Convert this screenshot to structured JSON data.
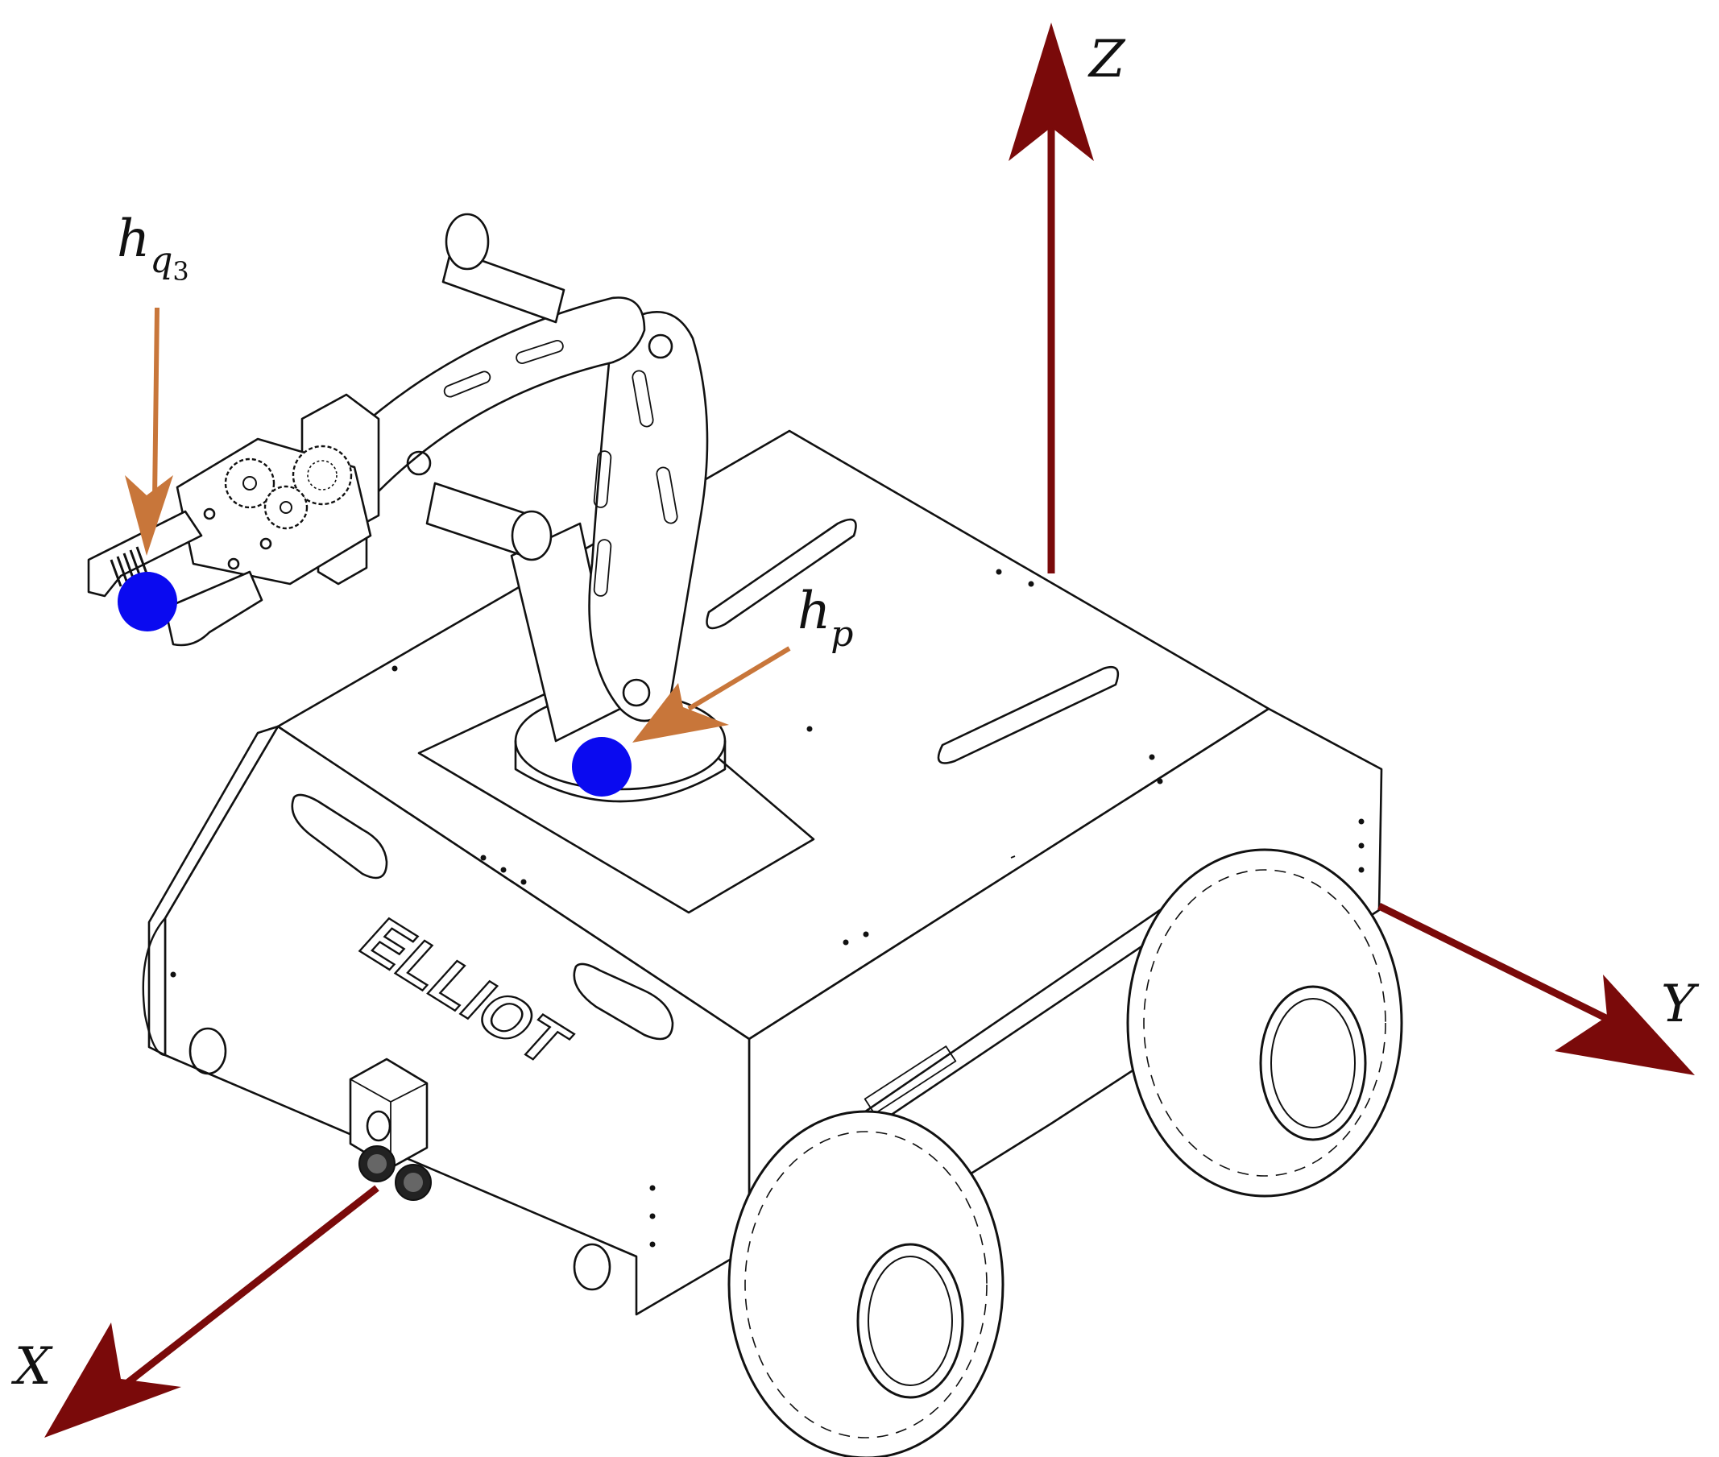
{
  "diagram": {
    "robot_name": "ELLIOT",
    "axes": [
      {
        "key": "z",
        "label": "Z"
      },
      {
        "key": "y",
        "label": "Y"
      },
      {
        "key": "x",
        "label": "X"
      }
    ],
    "annotations": [
      {
        "key": "hq3",
        "base": "h",
        "subscript": "q",
        "subsubscript": "3"
      },
      {
        "key": "hp",
        "base": "h",
        "subscript": "p"
      }
    ],
    "colors": {
      "axis": "#7a0a0a",
      "pointer": "#c8763a",
      "marker": "#0a0af0",
      "line": "#111111"
    }
  }
}
